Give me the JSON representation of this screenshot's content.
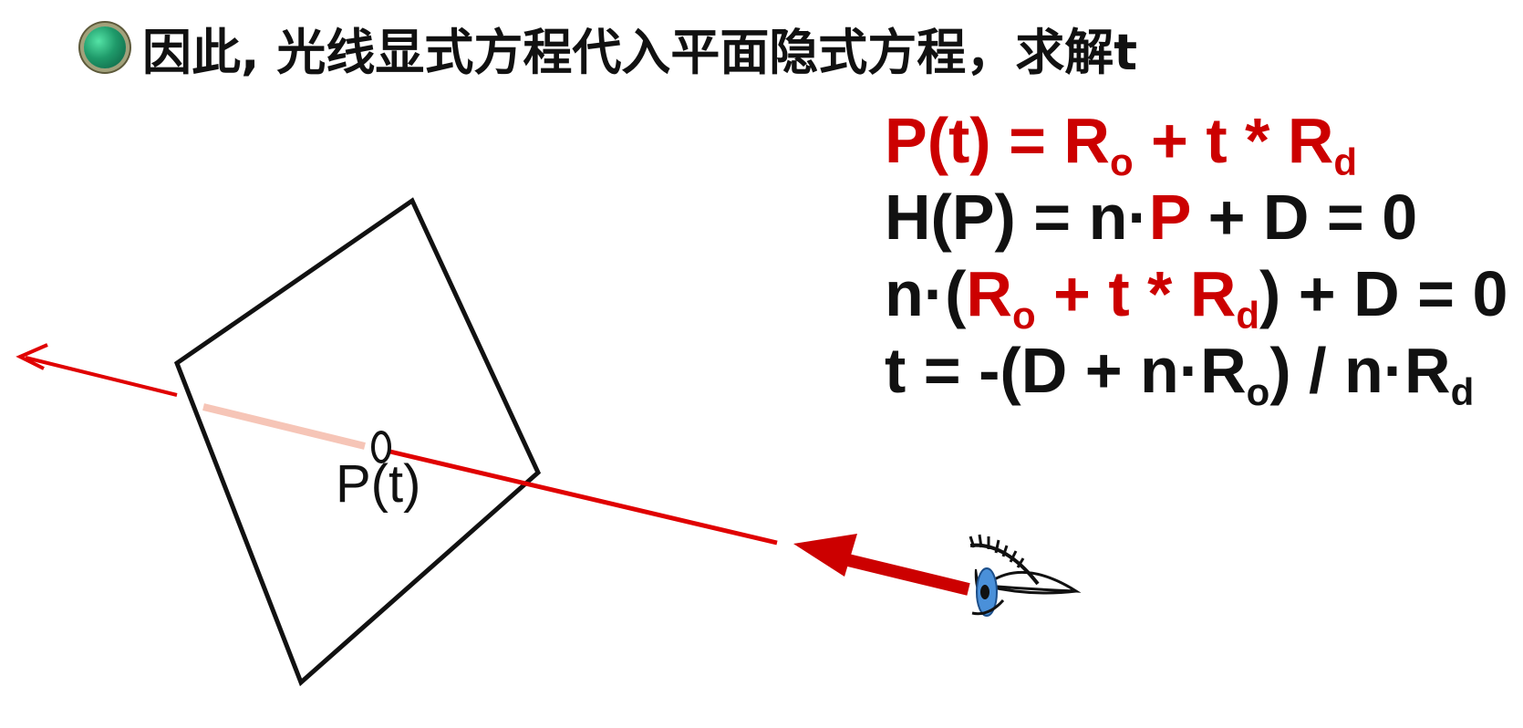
{
  "header": {
    "bullet_text": "因此, 光线显式方程代入平面隐式方程，求解t"
  },
  "equations": [
    {
      "parts": [
        {
          "text": "P(t) = R",
          "color": "red"
        },
        {
          "sub": "o",
          "color": "red"
        },
        {
          "text": " + t * R",
          "color": "red"
        },
        {
          "sub": "d",
          "color": "red"
        }
      ]
    },
    {
      "parts": [
        {
          "text": "H(P) = n·",
          "color": "black"
        },
        {
          "text": "P",
          "color": "red"
        },
        {
          "text": " + D = 0",
          "color": "black"
        }
      ]
    },
    {
      "parts": [
        {
          "text": "n·(",
          "color": "black"
        },
        {
          "text": "R",
          "color": "red"
        },
        {
          "sub": "o",
          "color": "red"
        },
        {
          "text": " + t * R",
          "color": "red"
        },
        {
          "sub": "d",
          "color": "red"
        },
        {
          "text": ") + D = 0",
          "color": "black"
        }
      ]
    },
    {
      "parts": [
        {
          "text": "t = -(D + n·R",
          "color": "black"
        },
        {
          "sub": "o",
          "color": "black"
        },
        {
          "text": ") / n·R",
          "color": "black"
        },
        {
          "sub": "d",
          "color": "black"
        }
      ]
    }
  ],
  "diagram": {
    "point_label": "P(t)",
    "colors": {
      "ray": "#e00000",
      "occluded_ray": "#f6c5b7",
      "plane": "#111111",
      "eye_iris": "#4a90d9",
      "bullet": "#1f9a6a"
    },
    "icons": {
      "eye": "eye-icon",
      "bullet": "bullet-icon"
    }
  }
}
